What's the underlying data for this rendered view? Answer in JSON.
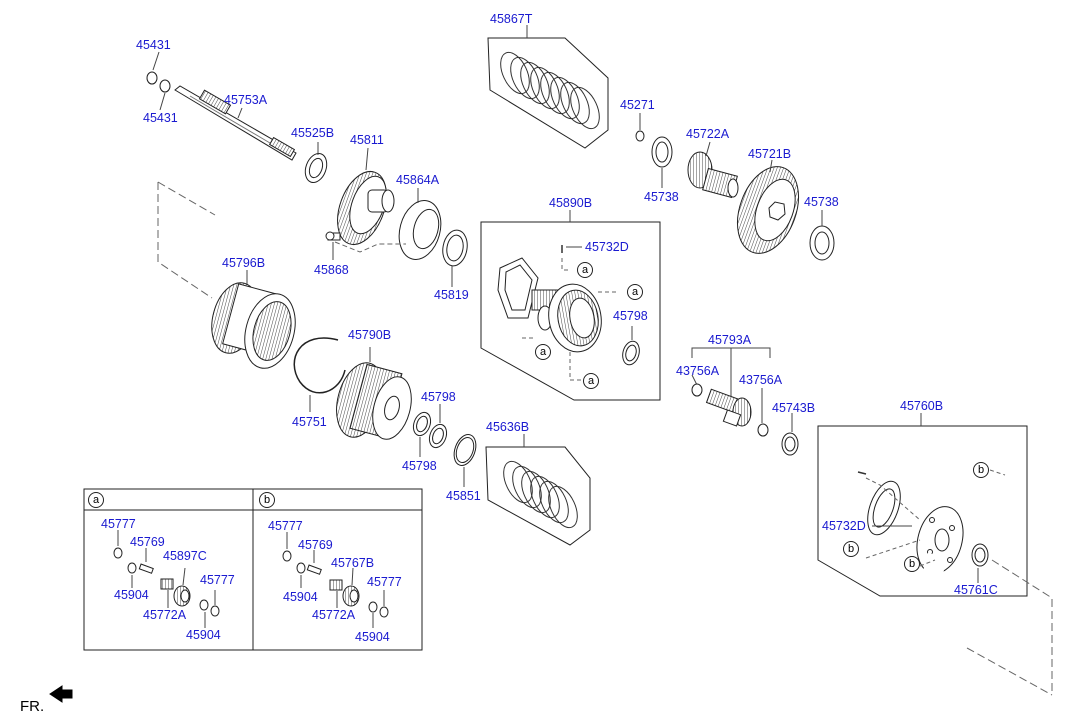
{
  "diagram": {
    "part_numbers": {
      "p45431_top": "45431",
      "p45431_bot": "45431",
      "p45753A": "45753A",
      "p45525B": "45525B",
      "p45811": "45811",
      "p45864A": "45864A",
      "p45868": "45868",
      "p45819": "45819",
      "p45867T": "45867T",
      "p45271": "45271",
      "p45722A": "45722A",
      "p45738a": "45738",
      "p45721B": "45721B",
      "p45738b": "45738",
      "p45890B": "45890B",
      "p45732D_top": "45732D",
      "p45798_right": "45798",
      "p45796B": "45796B",
      "p45790B": "45790B",
      "p45751": "45751",
      "p45798_a": "45798",
      "p45798_b": "45798",
      "p45636B": "45636B",
      "p45851": "45851",
      "p45793A": "45793A",
      "p43756A_l": "43756A",
      "p43756A_r": "43756A",
      "p45743B": "45743B",
      "p45760B": "45760B",
      "p45732D_bot": "45732D",
      "p45761C": "45761C",
      "ka_45777a": "45777",
      "ka_45769": "45769",
      "ka_45897C": "45897C",
      "ka_45904a": "45904",
      "ka_45777b": "45777",
      "ka_45772A": "45772A",
      "ka_45904b": "45904",
      "kb_45777a": "45777",
      "kb_45769": "45769",
      "kb_45767B": "45767B",
      "kb_45904a": "45904",
      "kb_45777b": "45777",
      "kb_45772A": "45772A",
      "kb_45904b": "45904"
    },
    "callouts": {
      "a": "a",
      "b": "b"
    },
    "front_label": "FR."
  }
}
